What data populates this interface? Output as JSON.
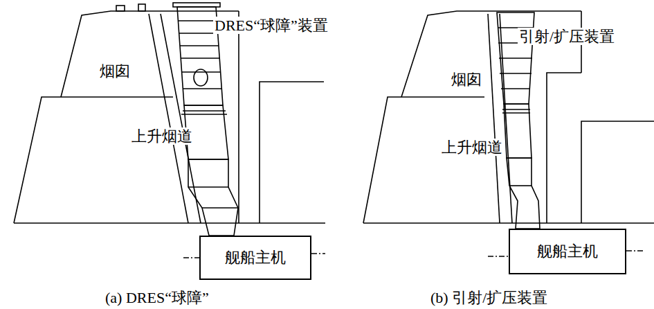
{
  "diagram": {
    "nodes": [
      {
        "text": [
          "舰船主机"
        ]
      },
      {
        "text": [
          "舰船主机"
        ]
      }
    ],
    "labels": [
      "DRES“球障”装置",
      "烟囱",
      "上升烟道",
      "(a) DRES“球障”",
      "引射/扩压装置",
      "烟囱",
      "上升烟道",
      "(b) 引射/扩压装置"
    ]
  }
}
